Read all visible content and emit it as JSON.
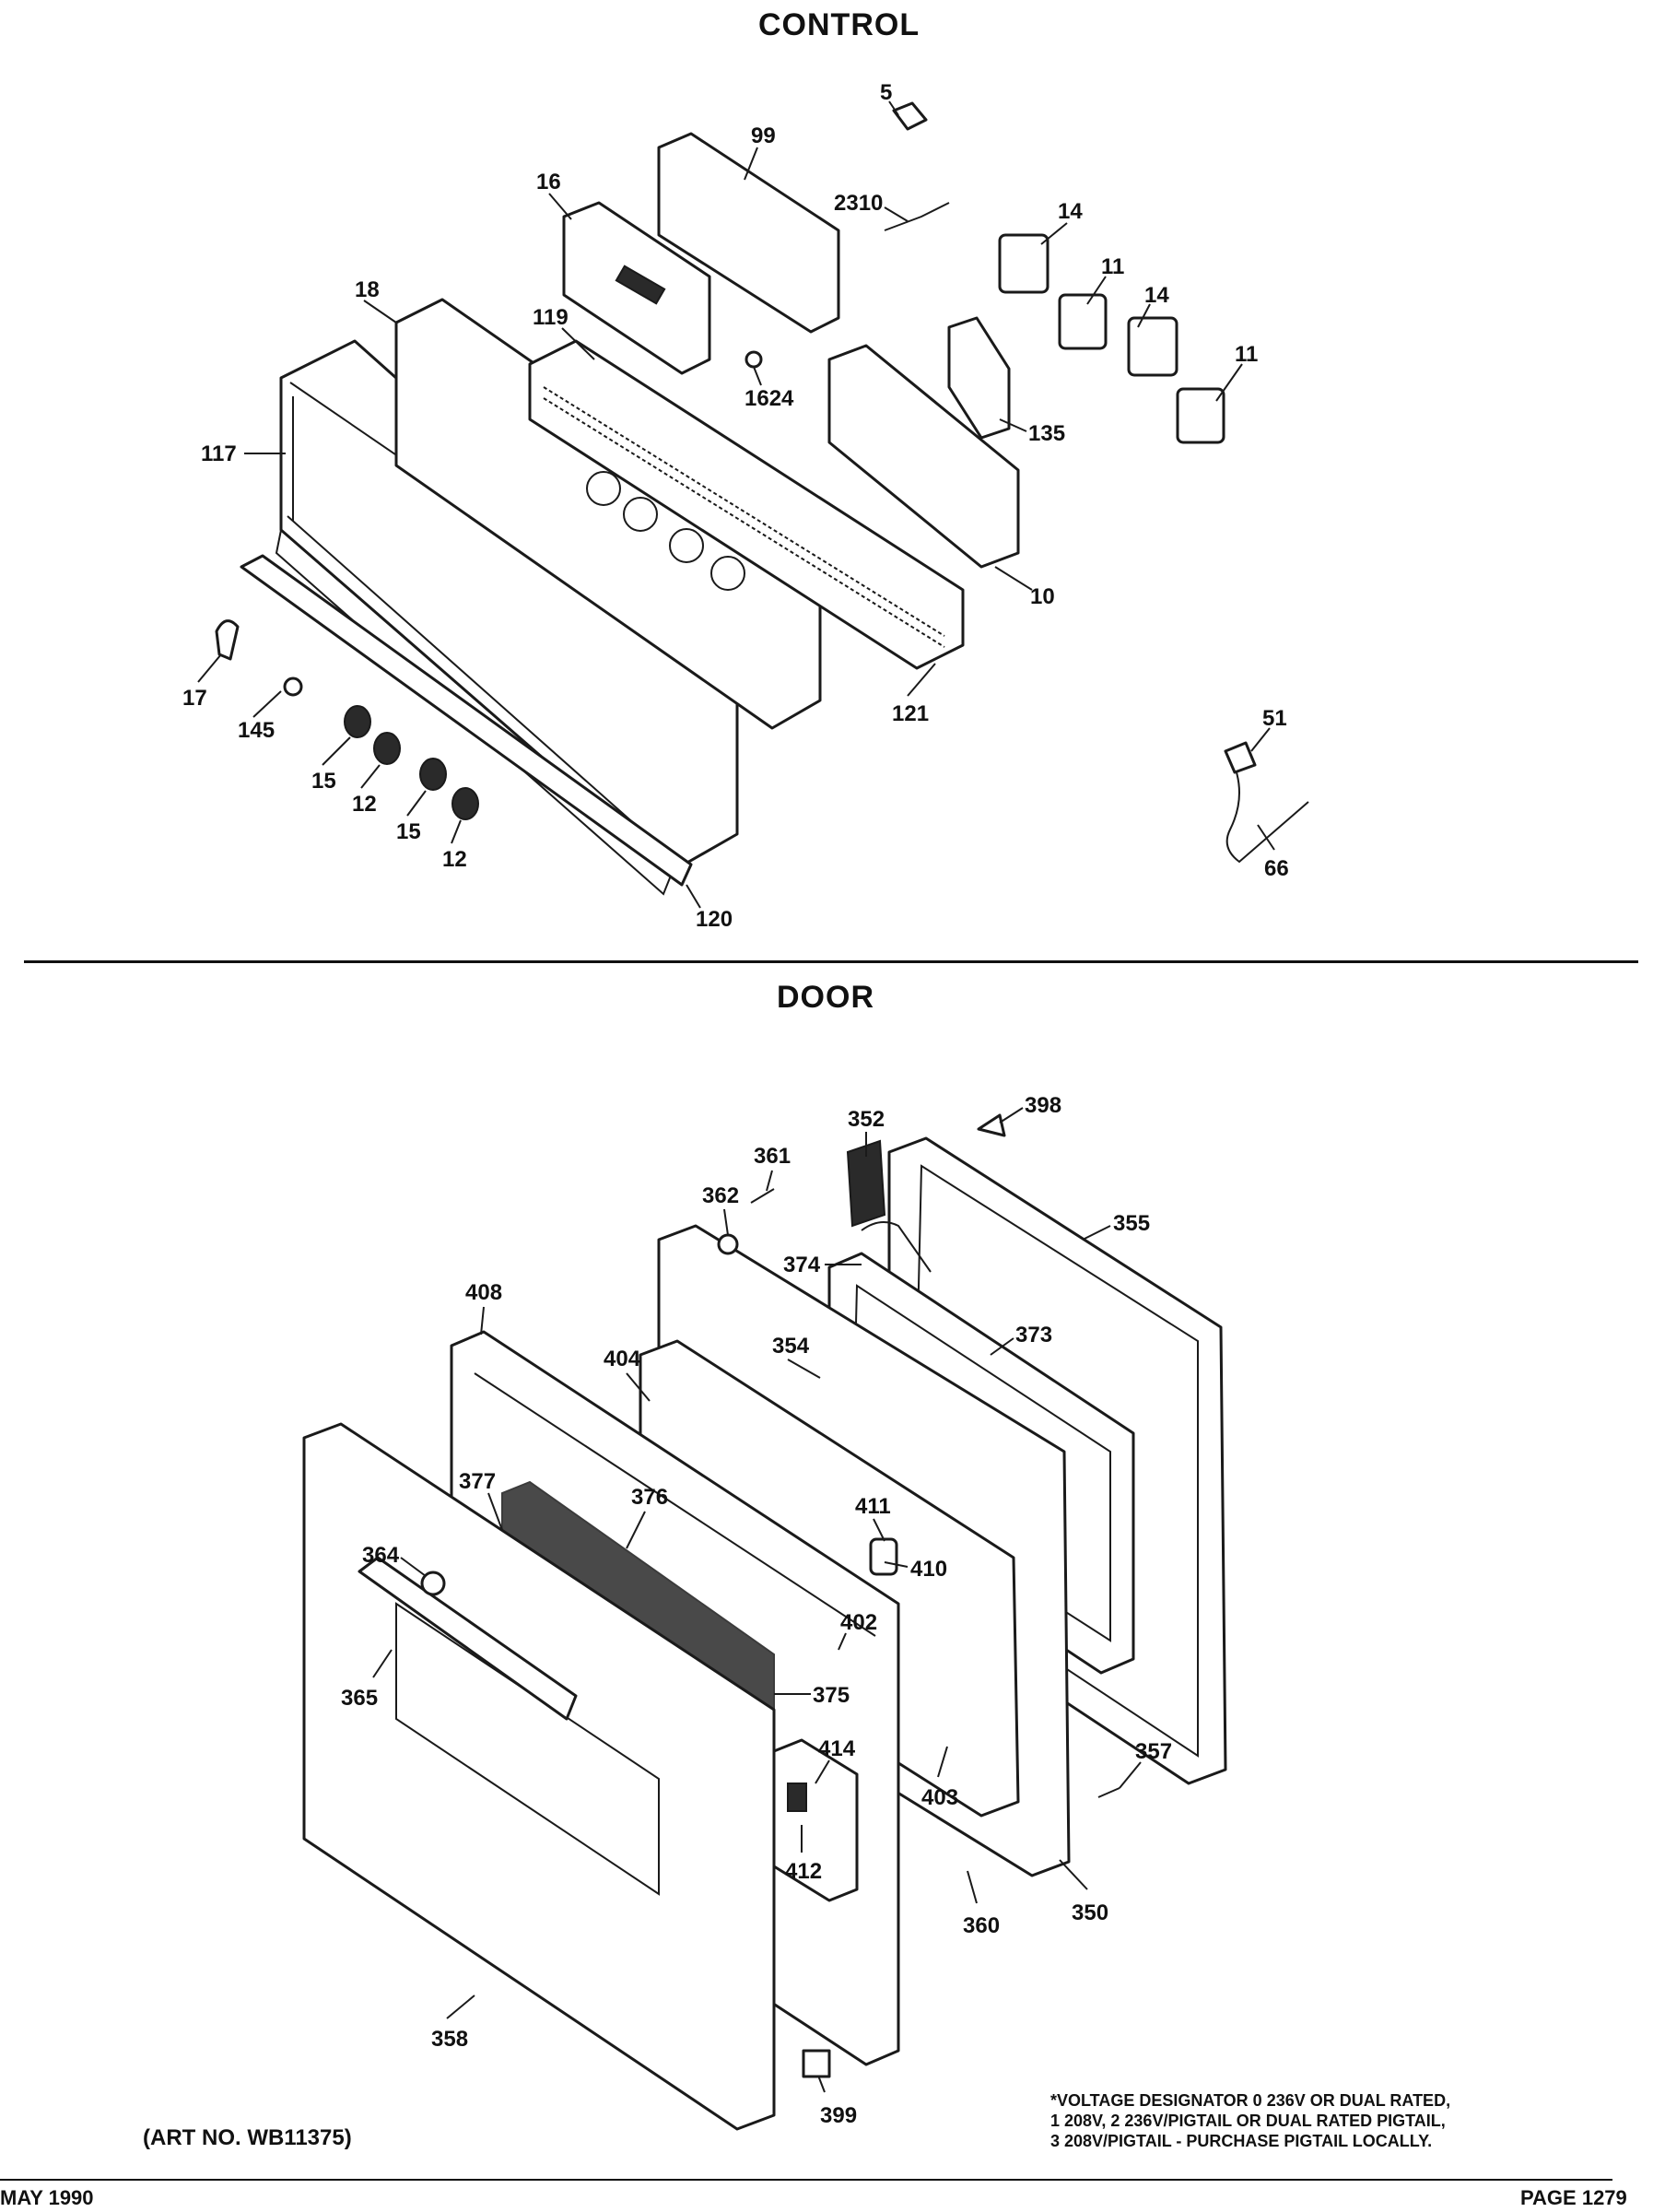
{
  "sections": {
    "control_title": "CONTROL",
    "door_title": "DOOR"
  },
  "control_callouts": {
    "c5": "5",
    "c99": "99",
    "c2310": "2310",
    "c16": "16",
    "c14a": "14",
    "c11a": "11",
    "c14b": "14",
    "c11b": "11",
    "c18": "18",
    "c119": "119",
    "c1624": "1624",
    "c135": "135",
    "c117": "117",
    "c10": "10",
    "c121": "121",
    "c17": "17",
    "c145": "145",
    "c15a": "15",
    "c12a": "12",
    "c15b": "15",
    "c12b": "12",
    "c120": "120",
    "c51": "51",
    "c66": "66"
  },
  "door_callouts": {
    "d398": "398",
    "d352": "352",
    "d361": "361",
    "d362": "362",
    "d355": "355",
    "d374": "374",
    "d408": "408",
    "d373": "373",
    "d404": "404",
    "d354": "354",
    "d377": "377",
    "d376": "376",
    "d411": "411",
    "d364": "364",
    "d410": "410",
    "d402": "402",
    "d365": "365",
    "d375": "375",
    "d414": "414",
    "d357": "357",
    "d403": "403",
    "d412": "412",
    "d360": "360",
    "d350": "350",
    "d358": "358",
    "d399": "399"
  },
  "footer": {
    "art_number": "(ART NO. WB11375)",
    "voltage_note_line1": "*VOLTAGE DESIGNATOR 0  236V OR DUAL RATED,",
    "voltage_note_line2": "1  208V, 2  236V/PIGTAIL OR DUAL RATED PIGTAIL,",
    "voltage_note_line3": "3  208V/PIGTAIL - PURCHASE PIGTAIL LOCALLY.",
    "date": "MAY 1990",
    "page": "PAGE 1279"
  }
}
